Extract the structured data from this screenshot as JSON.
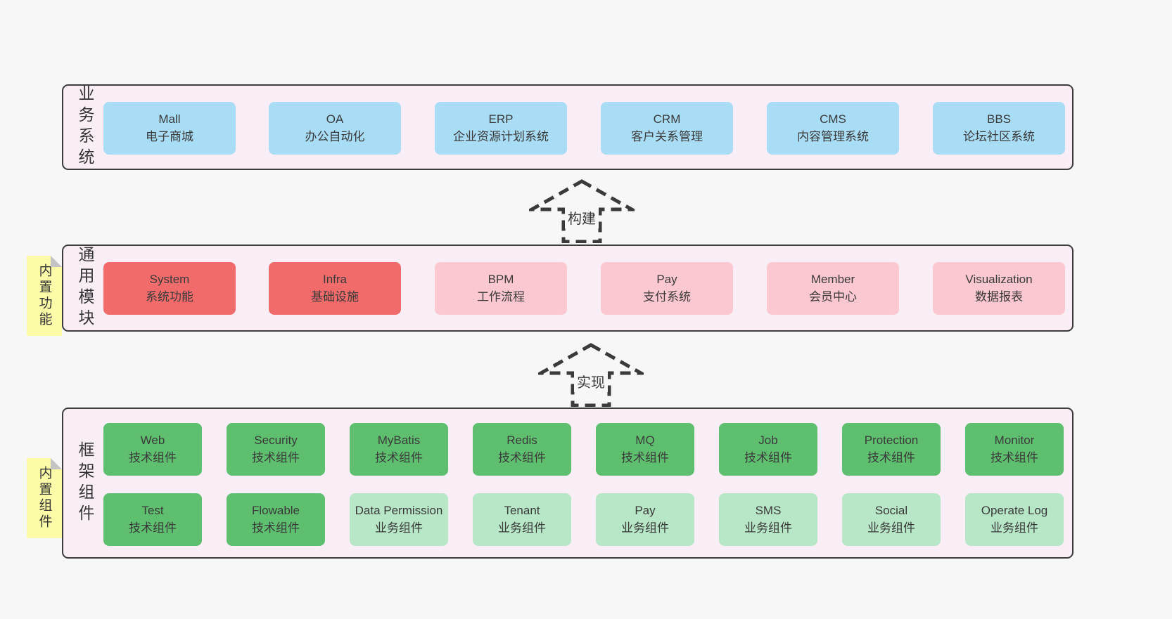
{
  "palette": {
    "page_bg": "#f7f7f7",
    "band_bg": "#f9edf6",
    "band_border": "#3c3c3c",
    "blue_box": "#a9dcf5",
    "red_box": "#f26b6b",
    "pink_box": "#fbc7d0",
    "green_box": "#5ec06f",
    "lightgreen_box": "#b7e7c6",
    "sticky_bg": "#fbfba8",
    "sticky_fold": "#c3c3c3",
    "text": "#3a3a3a"
  },
  "arrows": [
    {
      "label": "构建"
    },
    {
      "label": "实现"
    }
  ],
  "bands": [
    {
      "label": "业务系统",
      "sticky": null,
      "rows": [
        [
          {
            "title": "Mall",
            "subtitle": "电子商城",
            "color": "blue"
          },
          {
            "title": "OA",
            "subtitle": "办公自动化",
            "color": "blue"
          },
          {
            "title": "ERP",
            "subtitle": "企业资源计划系统",
            "color": "blue"
          },
          {
            "title": "CRM",
            "subtitle": "客户关系管理",
            "color": "blue"
          },
          {
            "title": "CMS",
            "subtitle": "内容管理系统",
            "color": "blue"
          },
          {
            "title": "BBS",
            "subtitle": "论坛社区系统",
            "color": "blue"
          }
        ]
      ]
    },
    {
      "label": "通用模块",
      "sticky": "内置功能",
      "rows": [
        [
          {
            "title": "System",
            "subtitle": "系统功能",
            "color": "red"
          },
          {
            "title": "Infra",
            "subtitle": "基础设施",
            "color": "red"
          },
          {
            "title": "BPM",
            "subtitle": "工作流程",
            "color": "pink"
          },
          {
            "title": "Pay",
            "subtitle": "支付系统",
            "color": "pink"
          },
          {
            "title": "Member",
            "subtitle": "会员中心",
            "color": "pink"
          },
          {
            "title": "Visualization",
            "subtitle": "数据报表",
            "color": "pink"
          }
        ]
      ]
    },
    {
      "label": "框架组件",
      "sticky": "内置组件",
      "rows": [
        [
          {
            "title": "Web",
            "subtitle": "技术组件",
            "color": "green"
          },
          {
            "title": "Security",
            "subtitle": "技术组件",
            "color": "green"
          },
          {
            "title": "MyBatis",
            "subtitle": "技术组件",
            "color": "green"
          },
          {
            "title": "Redis",
            "subtitle": "技术组件",
            "color": "green"
          },
          {
            "title": "MQ",
            "subtitle": "技术组件",
            "color": "green"
          },
          {
            "title": "Job",
            "subtitle": "技术组件",
            "color": "green"
          },
          {
            "title": "Protection",
            "subtitle": "技术组件",
            "color": "green"
          },
          {
            "title": "Monitor",
            "subtitle": "技术组件",
            "color": "green"
          }
        ],
        [
          {
            "title": "Test",
            "subtitle": "技术组件",
            "color": "green"
          },
          {
            "title": "Flowable",
            "subtitle": "技术组件",
            "color": "green"
          },
          {
            "title": "Data Permission",
            "subtitle": "业务组件",
            "color": "lightgreen"
          },
          {
            "title": "Tenant",
            "subtitle": "业务组件",
            "color": "lightgreen"
          },
          {
            "title": "Pay",
            "subtitle": "业务组件",
            "color": "lightgreen"
          },
          {
            "title": "SMS",
            "subtitle": "业务组件",
            "color": "lightgreen"
          },
          {
            "title": "Social",
            "subtitle": "业务组件",
            "color": "lightgreen"
          },
          {
            "title": "Operate Log",
            "subtitle": "业务组件",
            "color": "lightgreen"
          }
        ]
      ]
    }
  ]
}
